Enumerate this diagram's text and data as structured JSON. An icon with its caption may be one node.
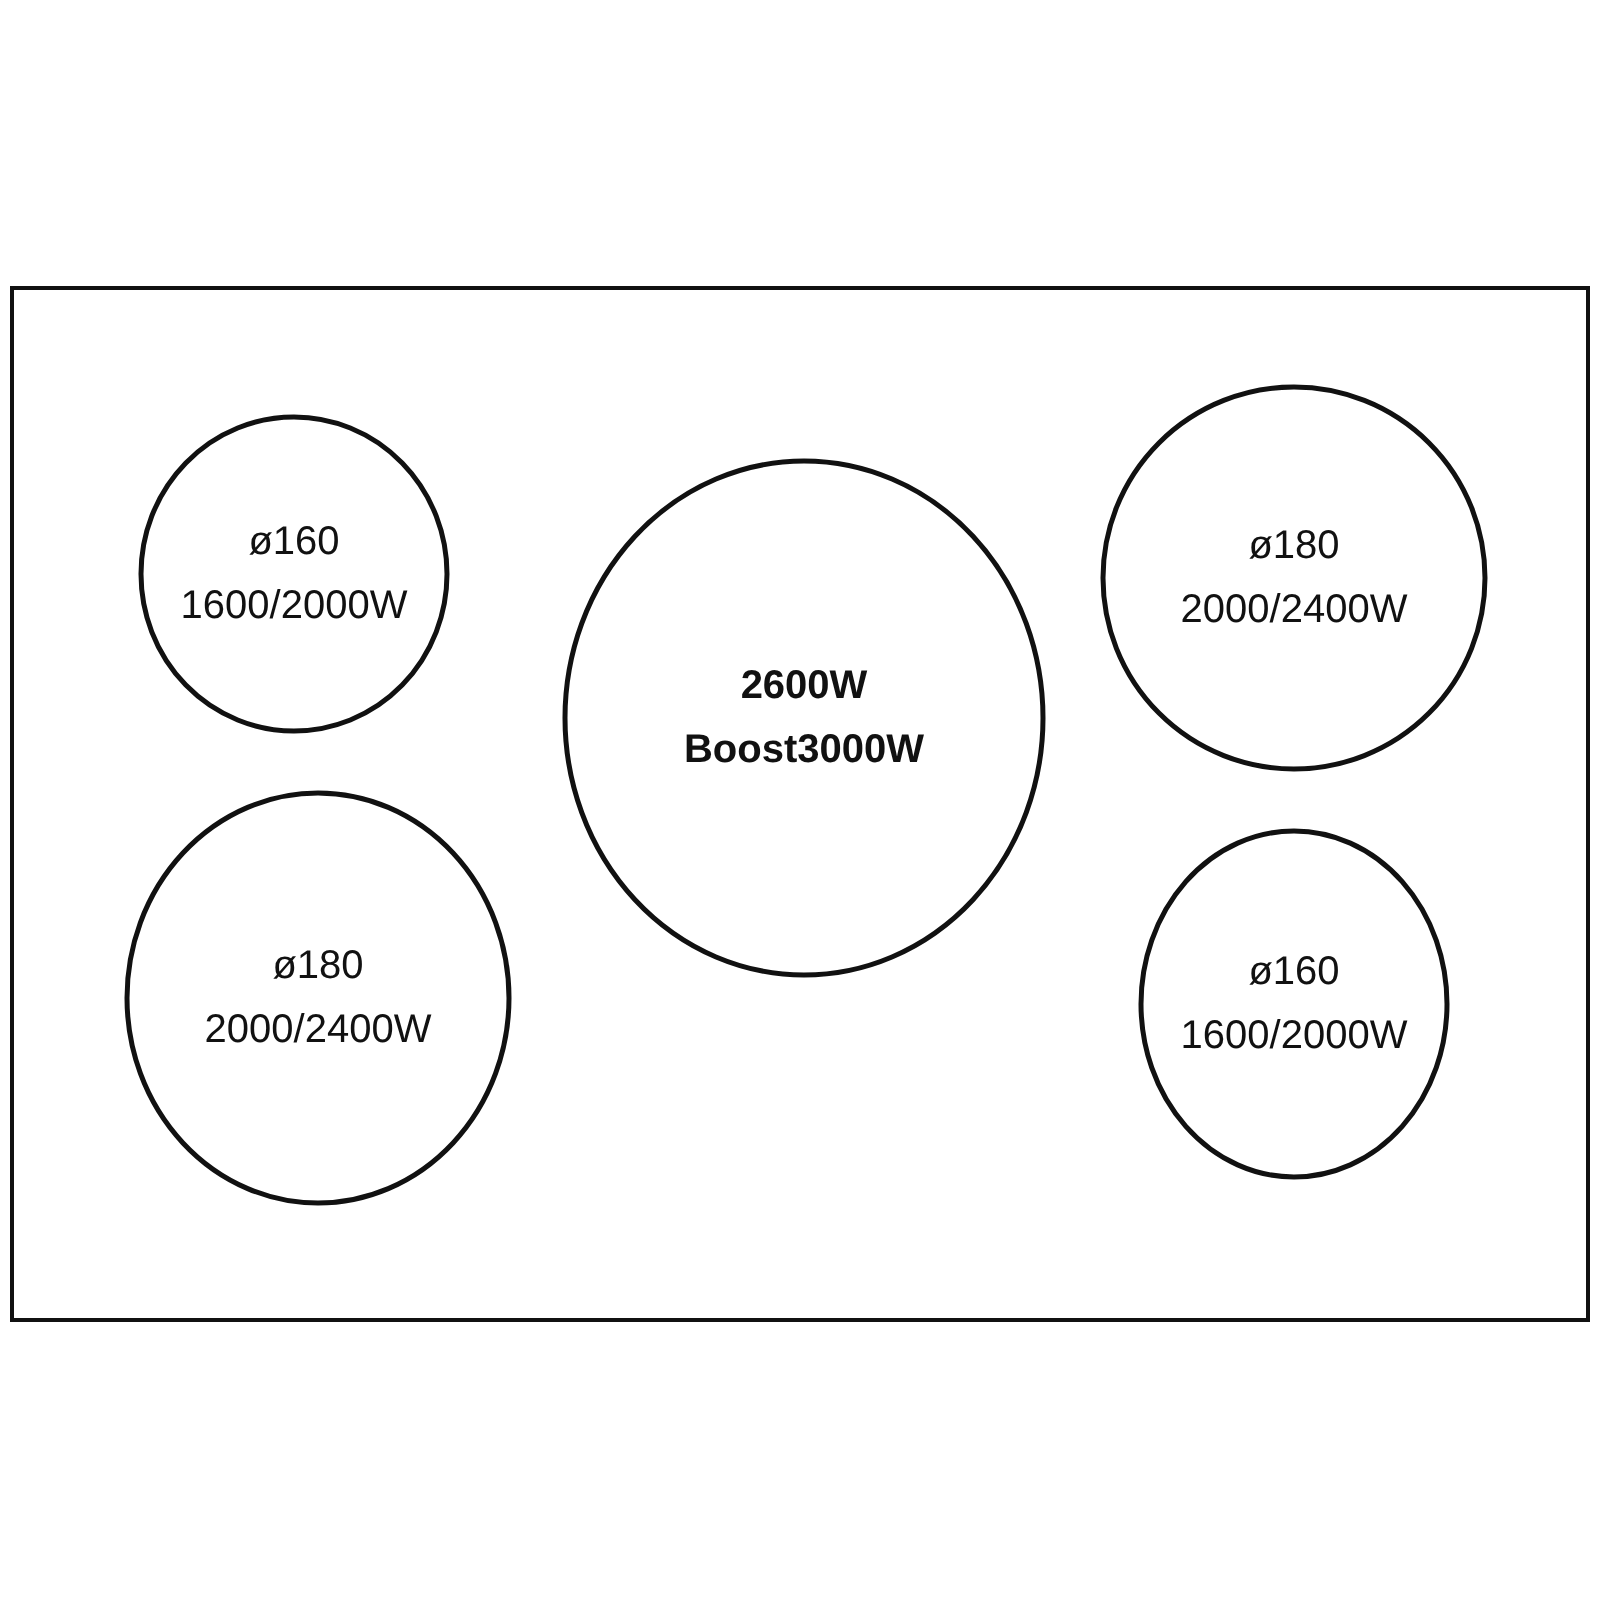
{
  "diagram": {
    "nodes": [
      {
        "text": [],
        "shape": "box"
      },
      {
        "text": [
          "ø160",
          "1600/2000W"
        ],
        "in": 0
      },
      {
        "text": [
          "2600W",
          "Boost3000W"
        ],
        "in": 0
      },
      {
        "text": [
          "ø180",
          "2000/2400W"
        ],
        "in": 0
      },
      {
        "text": [
          "ø180",
          "2000/2400W"
        ],
        "in": 0
      },
      {
        "text": [
          "ø160",
          "1600/2000W"
        ],
        "in": 0
      }
    ]
  }
}
